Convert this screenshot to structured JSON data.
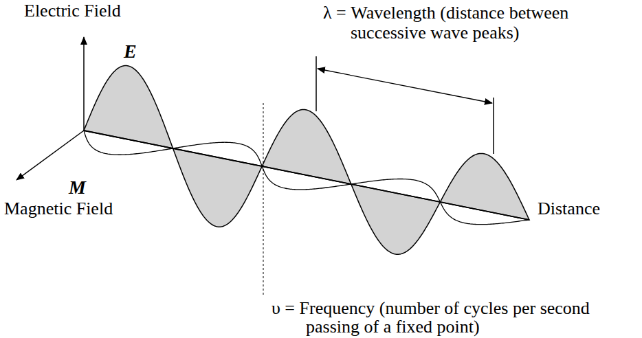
{
  "diagram": {
    "labels": [
      "Electric Field",
      "E",
      "λ = Wavelength (distance between successive wave peaks)",
      "M",
      "Magnetic Field",
      "Distance",
      "υ = Frequency (number of cycles per second passing of a fixed point)"
    ]
  }
}
